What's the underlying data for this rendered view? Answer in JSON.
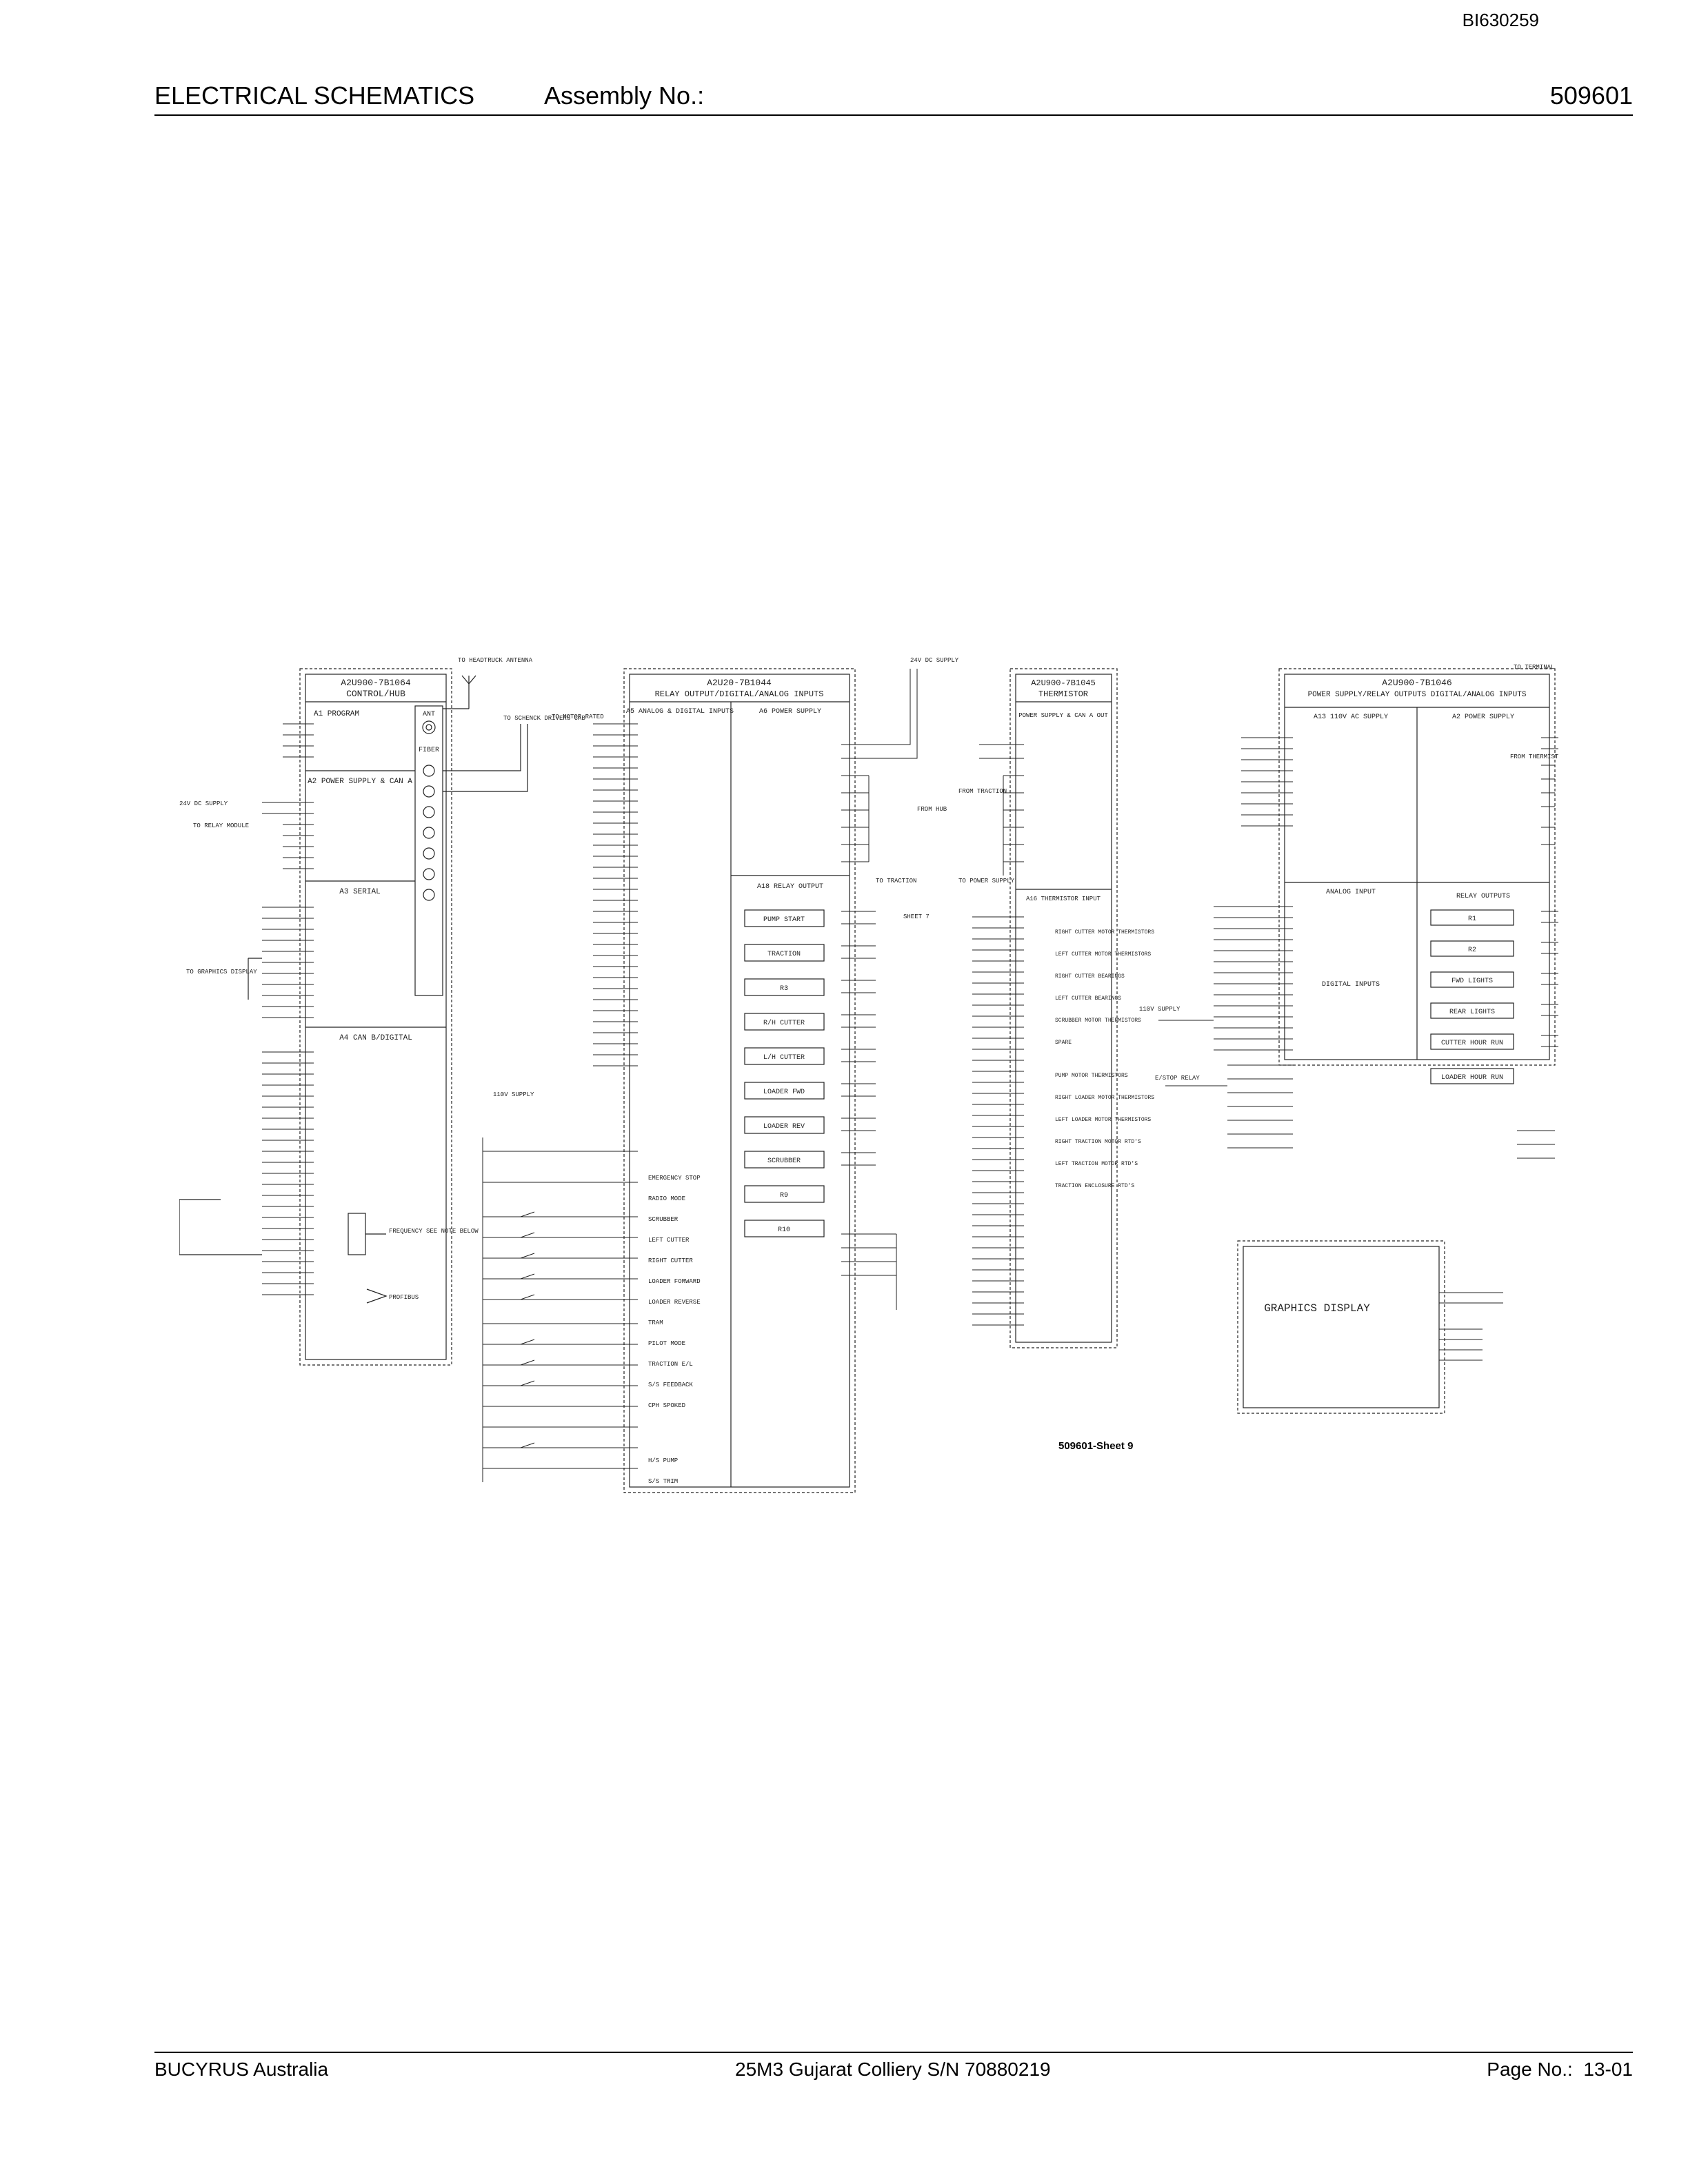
{
  "document_id": "BI630259",
  "header": {
    "title": "ELECTRICAL SCHEMATICS",
    "assembly_label": "Assembly No.:",
    "assembly_number": "509601"
  },
  "footer": {
    "company": "BUCYRUS Australia",
    "machine": "25M3 Gujarat Colliery S/N 70880219",
    "page_label": "Page No.:",
    "page_number": "13-01"
  },
  "schematic": {
    "sheet_label": "509601-Sheet 9",
    "modules": [
      {
        "part": "A2U900-7B1064",
        "title": "CONTROL/HUB"
      },
      {
        "part": "A2U20-7B1044",
        "title": "RELAY OUTPUT/DIGITAL/ANALOG INPUTS"
      },
      {
        "part": "A2U900-7B1045",
        "title": "THERMISTOR"
      },
      {
        "part": "A2U900-7B1046",
        "title": "POWER SUPPLY/RELAY OUTPUTS DIGITAL/ANALOG INPUTS"
      }
    ],
    "blocks": {
      "control_hub": [
        "A1 PROGRAM",
        "A2 POWER SUPPLY & CAN A",
        "A3 SERIAL",
        "A4 CAN B/DIGITAL",
        "ANT",
        "FIBER"
      ],
      "relay_output": [
        "A5 ANALOG & DIGITAL INPUTS",
        "A6 POWER SUPPLY",
        "A18 RELAY OUTPUT"
      ],
      "relay_buttons": [
        "PUMP START",
        "TRACTION",
        "R3",
        "R/H CUTTER",
        "L/H CUTTER",
        "LOADER FWD",
        "LOADER REV",
        "SCRUBBER",
        "R9",
        "R10"
      ],
      "thermistor": [
        "POWER SUPPLY & CAN A OUT",
        "A16 THERMISTOR INPUT"
      ],
      "power_supply": [
        "A13 110V AC SUPPLY",
        "A2 POWER SUPPLY",
        "ANALOG INPUT",
        "DIGITAL INPUTS",
        "RELAY OUTPUTS"
      ],
      "power_buttons": [
        "R1",
        "R2",
        "FWD LIGHTS",
        "REAR LIGHTS",
        "CUTTER HOUR RUN",
        "LOADER HOUR RUN"
      ],
      "graphics_display": "GRAPHICS DISPLAY",
      "inputs_list": [
        "EMERGENCY STOP",
        "RADIO MODE",
        "SCRUBBER",
        "LEFT CUTTER",
        "RIGHT CUTTER",
        "LOADER FORWARD",
        "LOADER REVERSE",
        "TRAM",
        "PILOT MODE",
        "TRACTION E/L",
        "S/S FEEDBACK",
        "CPH SPOKED",
        "H/S PUMP",
        "S/S TRIM"
      ],
      "thermistor_list": [
        "RIGHT CUTTER MOTOR THERMISTORS",
        "LEFT CUTTER MOTOR THERMISTORS",
        "RIGHT CUTTER BEARINGS",
        "LEFT CUTTER BEARINGS",
        "SCRUBBER MOTOR THERMISTORS",
        "SPARE",
        "PUMP MOTOR THERMISTORS",
        "RIGHT LOADER MOTOR THERMISTORS",
        "LEFT LOADER MOTOR THERMISTORS",
        "RIGHT TRACTION MOTOR RTD'S",
        "LEFT TRACTION MOTOR RTD'S",
        "TRACTION ENCLOSURE RTD'S"
      ],
      "notes": [
        "24V DC SUPPLY",
        "TO HEADTRUCK ANTENNA",
        "TO SCHENCK DRIVERS CAB",
        "TO MOTOR RATED",
        "TO RELAY MODULE",
        "TO GRAPHICS DISPLAY",
        "FREQUENCY SEE NOTE BELOW",
        "PROFIBUS",
        "110V SUPPLY",
        "FROM HUB",
        "TO TRACTION",
        "TO POWER SUPPLY",
        "FROM TRACTION",
        "FROM THERMISTOR MODULE",
        "TO TERMINAL STRIP AND LED",
        "E/STOP RELAY",
        "SHEET 7"
      ]
    }
  }
}
